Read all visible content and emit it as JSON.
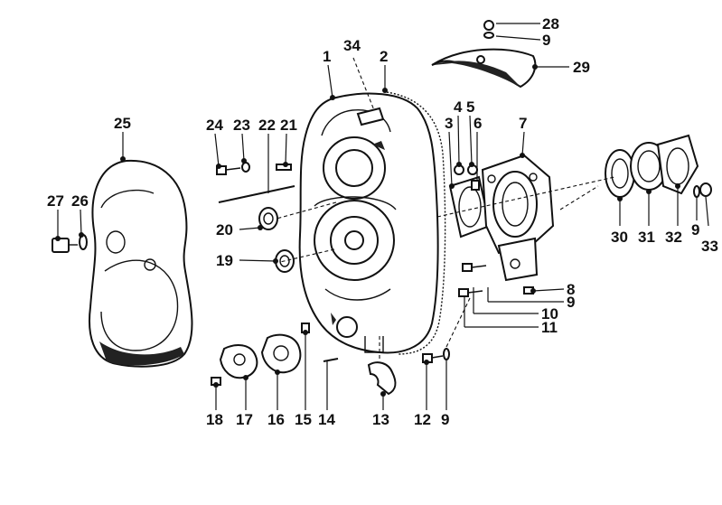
{
  "diagram": {
    "callouts": [
      {
        "id": "c1",
        "text": "1"
      },
      {
        "id": "c34",
        "text": "34"
      },
      {
        "id": "c2",
        "text": "2"
      },
      {
        "id": "c28",
        "text": "28"
      },
      {
        "id": "c9a",
        "text": "9"
      },
      {
        "id": "c29",
        "text": "29"
      },
      {
        "id": "c25",
        "text": "25"
      },
      {
        "id": "c24",
        "text": "24"
      },
      {
        "id": "c23",
        "text": "23"
      },
      {
        "id": "c22",
        "text": "22"
      },
      {
        "id": "c21",
        "text": "21"
      },
      {
        "id": "c4",
        "text": "4"
      },
      {
        "id": "c5",
        "text": "5"
      },
      {
        "id": "c3",
        "text": "3"
      },
      {
        "id": "c6",
        "text": "6"
      },
      {
        "id": "c7",
        "text": "7"
      },
      {
        "id": "c27",
        "text": "27"
      },
      {
        "id": "c26",
        "text": "26"
      },
      {
        "id": "c20",
        "text": "20"
      },
      {
        "id": "c19",
        "text": "19"
      },
      {
        "id": "c30",
        "text": "30"
      },
      {
        "id": "c31",
        "text": "31"
      },
      {
        "id": "c32",
        "text": "32"
      },
      {
        "id": "c9b",
        "text": "9"
      },
      {
        "id": "c33",
        "text": "33"
      },
      {
        "id": "c8",
        "text": "8"
      },
      {
        "id": "c9c",
        "text": "9"
      },
      {
        "id": "c10",
        "text": "10"
      },
      {
        "id": "c11",
        "text": "11"
      },
      {
        "id": "c18",
        "text": "18"
      },
      {
        "id": "c17",
        "text": "17"
      },
      {
        "id": "c16",
        "text": "16"
      },
      {
        "id": "c15",
        "text": "15"
      },
      {
        "id": "c14",
        "text": "14"
      },
      {
        "id": "c13",
        "text": "13"
      },
      {
        "id": "c12",
        "text": "12"
      },
      {
        "id": "c9d",
        "text": "9"
      }
    ]
  }
}
